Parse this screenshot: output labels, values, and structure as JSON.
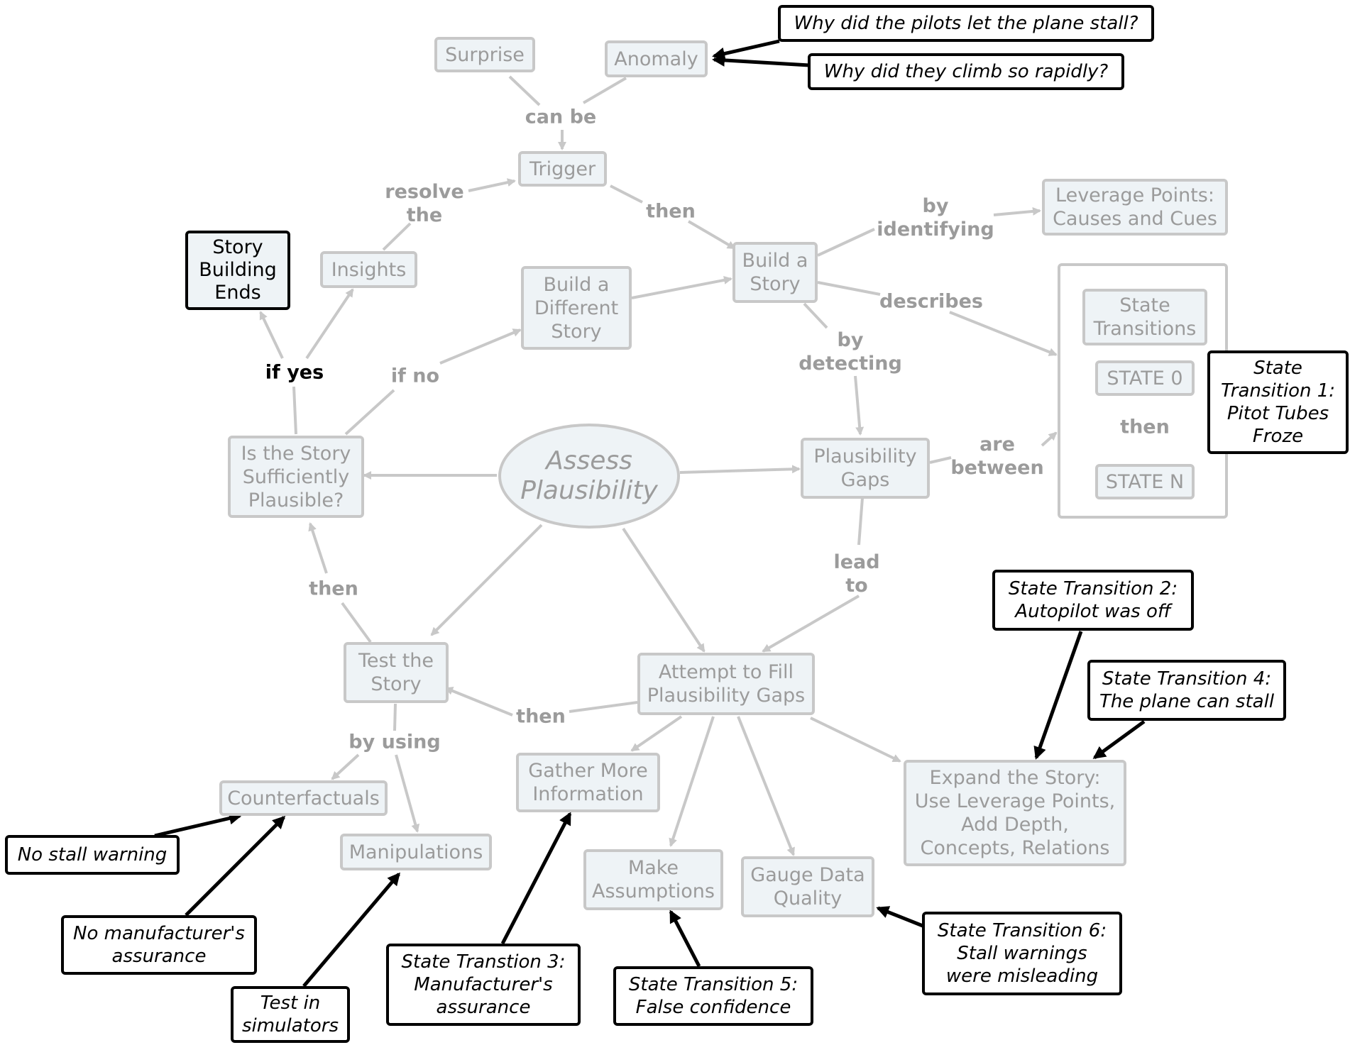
{
  "nodes": {
    "surprise": "Surprise",
    "anomaly": "Anomaly",
    "trigger": "Trigger",
    "insights": "Insights",
    "story_building_ends": "Story\nBuilding\nEnds",
    "build_different_story": "Build a\nDifferent\nStory",
    "build_story": "Build a\nStory",
    "leverage_points": "Leverage Points:\nCauses and Cues",
    "state_transitions": "State\nTransitions",
    "state_0": "STATE 0",
    "state_n": "STATE N",
    "assess_plausibility": "Assess\nPlausibility",
    "is_story_plausible": "Is the Story\nSufficiently\nPlausible?",
    "plausibility_gaps": "Plausibility\nGaps",
    "test_story": "Test the\nStory",
    "attempt_fill": "Attempt to Fill\nPlausibility Gaps",
    "counterfactuals": "Counterfactuals",
    "manipulations": "Manipulations",
    "gather_info": "Gather More\nInformation",
    "make_assumptions": "Make\nAssumptions",
    "gauge_data": "Gauge Data\nQuality",
    "expand_story": "Expand the Story:\nUse Leverage Points,\nAdd Depth,\nConcepts, Relations"
  },
  "notes": {
    "why_stall": "Why did the pilots let the plane stall?",
    "why_climb": "Why did they climb so rapidly?",
    "st1": "State\nTransition 1:\nPitot Tubes\nFroze",
    "st2": "State Transition 2:\nAutopilot was off",
    "st4": "State Transition 4:\nThe plane can stall",
    "st3": "State Transtion 3:\nManufacturer's\nassurance",
    "st5": "State Transition 5:\nFalse confidence",
    "st6": "State Transition 6:\nStall warnings\nwere misleading",
    "no_stall_warning": "No stall warning",
    "no_manufacturer": "No manufacturer's\nassurance",
    "test_simulators": "Test in\nsimulators"
  },
  "links": {
    "can_be": "can be",
    "resolve_the": "resolve\nthe",
    "then_trigger": "then",
    "by_identifying": "by\nidentifying",
    "describes": "describes",
    "by_detecting": "by\ndetecting",
    "are_between": "are\nbetween",
    "then_states": "then",
    "if_yes": "if yes",
    "if_no": "if no",
    "then_test": "then",
    "lead_to": "lead\nto",
    "then_attempt": "then",
    "by_using": "by using"
  },
  "colors": {
    "node_fill": "#eef3f6",
    "node_border": "#c8c8c8",
    "node_text": "#9b9b9b",
    "note_border": "#000000"
  }
}
